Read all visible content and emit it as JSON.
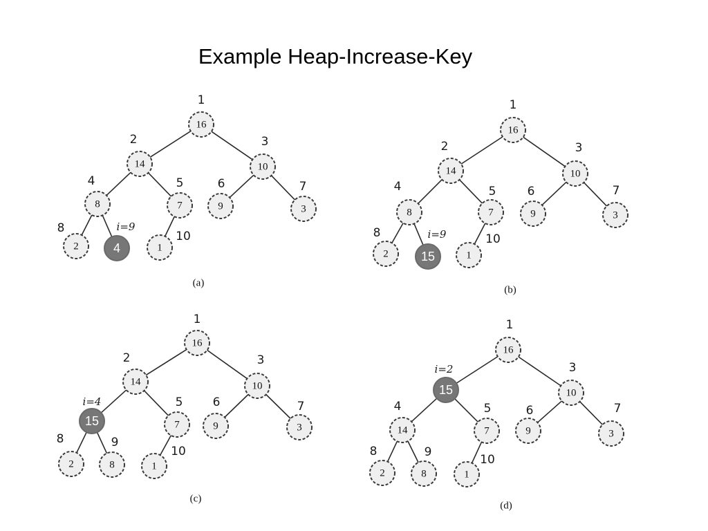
{
  "title": "Example Heap-Increase-Key",
  "panels": [
    {
      "caption": "(a)",
      "i_label": "i=9",
      "nodes": [
        {
          "index": "1",
          "key": "16"
        },
        {
          "index": "2",
          "key": "14"
        },
        {
          "index": "3",
          "key": "10"
        },
        {
          "index": "4",
          "key": "8"
        },
        {
          "index": "5",
          "key": "7"
        },
        {
          "index": "6",
          "key": "9"
        },
        {
          "index": "7",
          "key": "3"
        },
        {
          "index": "8",
          "key": "2"
        },
        {
          "index": "",
          "key": "4",
          "highlighted": true
        },
        {
          "index": "10",
          "key": "1"
        }
      ]
    },
    {
      "caption": "(b)",
      "i_label": "i=9",
      "nodes": [
        {
          "index": "1",
          "key": "16"
        },
        {
          "index": "2",
          "key": "14"
        },
        {
          "index": "3",
          "key": "10"
        },
        {
          "index": "4",
          "key": "8"
        },
        {
          "index": "5",
          "key": "7"
        },
        {
          "index": "6",
          "key": "9"
        },
        {
          "index": "7",
          "key": "3"
        },
        {
          "index": "8",
          "key": "2"
        },
        {
          "index": "",
          "key": "15",
          "highlighted": true
        },
        {
          "index": "10",
          "key": "1"
        }
      ]
    },
    {
      "caption": "(c)",
      "i_label": "i=4",
      "nodes": [
        {
          "index": "1",
          "key": "16"
        },
        {
          "index": "2",
          "key": "14"
        },
        {
          "index": "3",
          "key": "10"
        },
        {
          "index": "",
          "key": "15",
          "highlighted": true
        },
        {
          "index": "5",
          "key": "7"
        },
        {
          "index": "6",
          "key": "9"
        },
        {
          "index": "7",
          "key": "3"
        },
        {
          "index": "8",
          "key": "2"
        },
        {
          "index": "9",
          "key": "8"
        },
        {
          "index": "10",
          "key": "1"
        }
      ]
    },
    {
      "caption": "(d)",
      "i_label": "i=2",
      "nodes": [
        {
          "index": "1",
          "key": "16"
        },
        {
          "index": "",
          "key": "15",
          "highlighted": true
        },
        {
          "index": "3",
          "key": "10"
        },
        {
          "index": "4",
          "key": "14"
        },
        {
          "index": "5",
          "key": "7"
        },
        {
          "index": "6",
          "key": "9"
        },
        {
          "index": "7",
          "key": "3"
        },
        {
          "index": "8",
          "key": "2"
        },
        {
          "index": "9",
          "key": "8"
        },
        {
          "index": "10",
          "key": "1"
        }
      ]
    }
  ]
}
